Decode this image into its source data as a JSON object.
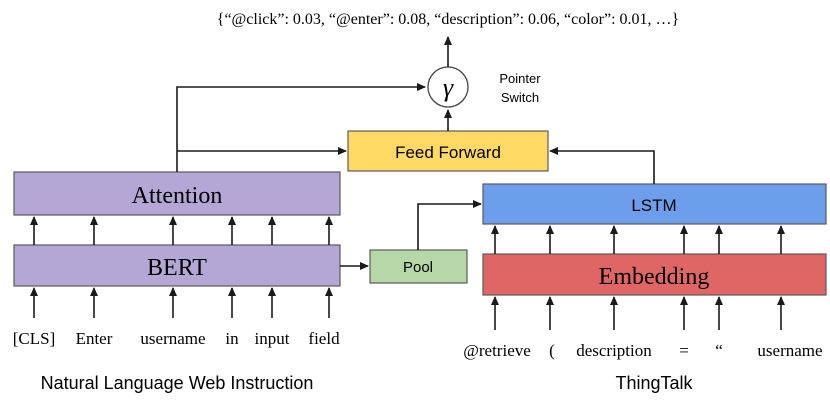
{
  "output_distribution": "{“@click”: 0.03, “@enter”: 0.08, “description”: 0.06, “color”: 0.01, …}",
  "pointer_switch": {
    "symbol": "γ",
    "label_line1": "Pointer",
    "label_line2": "Switch"
  },
  "blocks": {
    "feed_forward": "Feed Forward",
    "attention": "Attention",
    "bert": "BERT",
    "pool": "Pool",
    "lstm": "LSTM",
    "embedding": "Embedding"
  },
  "input_tokens": [
    "[CLS]",
    "Enter",
    "username",
    "in",
    "input",
    "field"
  ],
  "output_tokens": [
    "@retrieve",
    "(",
    "description",
    "=",
    "“",
    "username"
  ],
  "captions": {
    "left": "Natural Language Web Instruction",
    "right": "ThingTalk"
  },
  "colors": {
    "attention_bert": "#b4a7d6",
    "feed_forward": "#ffd966",
    "pool": "#b6d7a8",
    "lstm": "#6d9eeb",
    "embedding": "#e06666"
  }
}
